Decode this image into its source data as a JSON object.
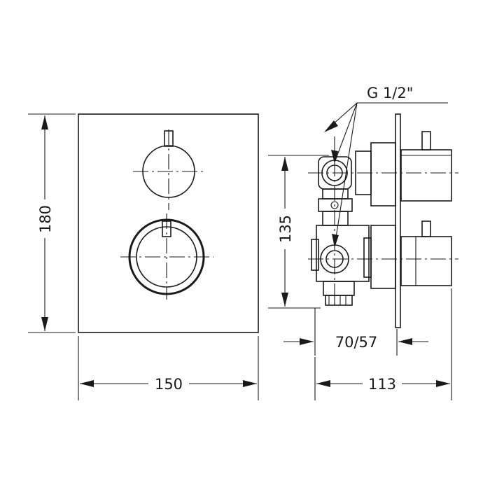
{
  "dimensions": {
    "height": "180",
    "width": "150",
    "inlet_spacing": "135",
    "depth_range": "70/57",
    "total_depth": "113"
  },
  "callouts": {
    "thread_size": "G 1/2\""
  },
  "colors": {
    "line": "#1a1a1a",
    "background": "#ffffff"
  }
}
